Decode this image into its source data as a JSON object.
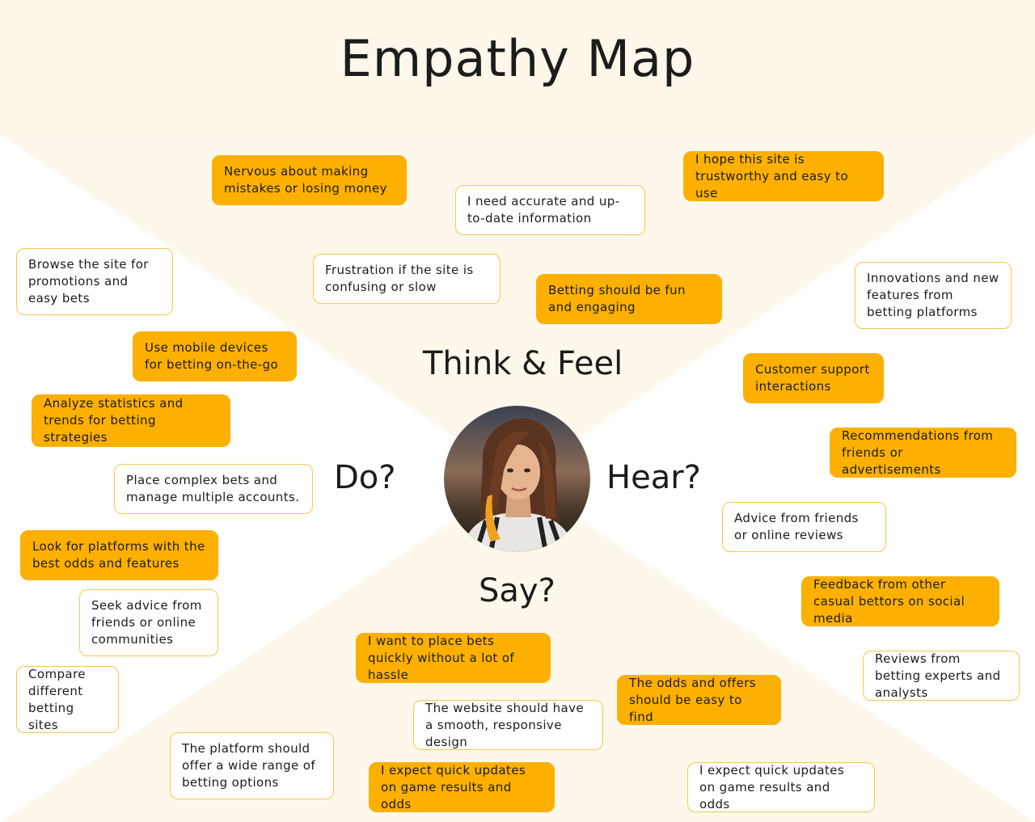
{
  "title": "Empathy Map",
  "colors": {
    "accent": "#fdb000",
    "outline": "#f6c84a",
    "header_background": "#fef7ea",
    "quadrant_background": "#fef8ec"
  },
  "center_image": {
    "icon": "person-portrait",
    "description_visible": false
  },
  "sections": {
    "think_feel": "Think & Feel",
    "do": "Do?",
    "hear": "Hear?",
    "say": "Say?"
  },
  "think_feel_notes": [
    {
      "text": "Nervous about making mistakes or losing money",
      "style": "filled"
    },
    {
      "text": "I need accurate and up-to-date information",
      "style": "outlined"
    },
    {
      "text": "I hope this site is trustworthy and easy to use",
      "style": "filled"
    },
    {
      "text": "Frustration if the site is confusing or slow",
      "style": "outlined"
    },
    {
      "text": "Betting should be fun and engaging",
      "style": "filled"
    }
  ],
  "do_notes": [
    {
      "text": "Browse the site for promotions and easy bets",
      "style": "outlined"
    },
    {
      "text": "Use mobile devices for betting on-the-go",
      "style": "filled"
    },
    {
      "text": "Analyze statistics and trends for betting strategies",
      "style": "filled"
    },
    {
      "text": "Place complex bets and manage multiple accounts.",
      "style": "outlined"
    },
    {
      "text": "Look for platforms with the best odds and features",
      "style": "filled"
    },
    {
      "text": "Seek advice from friends or online communities",
      "style": "outlined"
    },
    {
      "text": "Compare different betting sites",
      "style": "outlined"
    }
  ],
  "hear_notes": [
    {
      "text": "Innovations and new features from betting platforms",
      "style": "outlined"
    },
    {
      "text": "Customer support interactions",
      "style": "filled"
    },
    {
      "text": "Recommendations from friends or advertisements",
      "style": "filled"
    },
    {
      "text": "Advice from friends or online reviews",
      "style": "outlined"
    },
    {
      "text": "Feedback from other casual bettors on social media",
      "style": "filled"
    },
    {
      "text": "Reviews from betting experts and analysts",
      "style": "outlined"
    }
  ],
  "say_notes": [
    {
      "text": "I want to place bets quickly without a lot of hassle",
      "style": "filled"
    },
    {
      "text": "The odds and offers should be easy to find",
      "style": "filled"
    },
    {
      "text": "The website should have a smooth, responsive design",
      "style": "outlined"
    },
    {
      "text": "The platform should offer a wide range of betting options",
      "style": "outlined"
    },
    {
      "text": "I expect quick updates on game results and odds",
      "style": "filled"
    },
    {
      "text": "I expect quick updates on game results and odds",
      "style": "outlined"
    }
  ]
}
